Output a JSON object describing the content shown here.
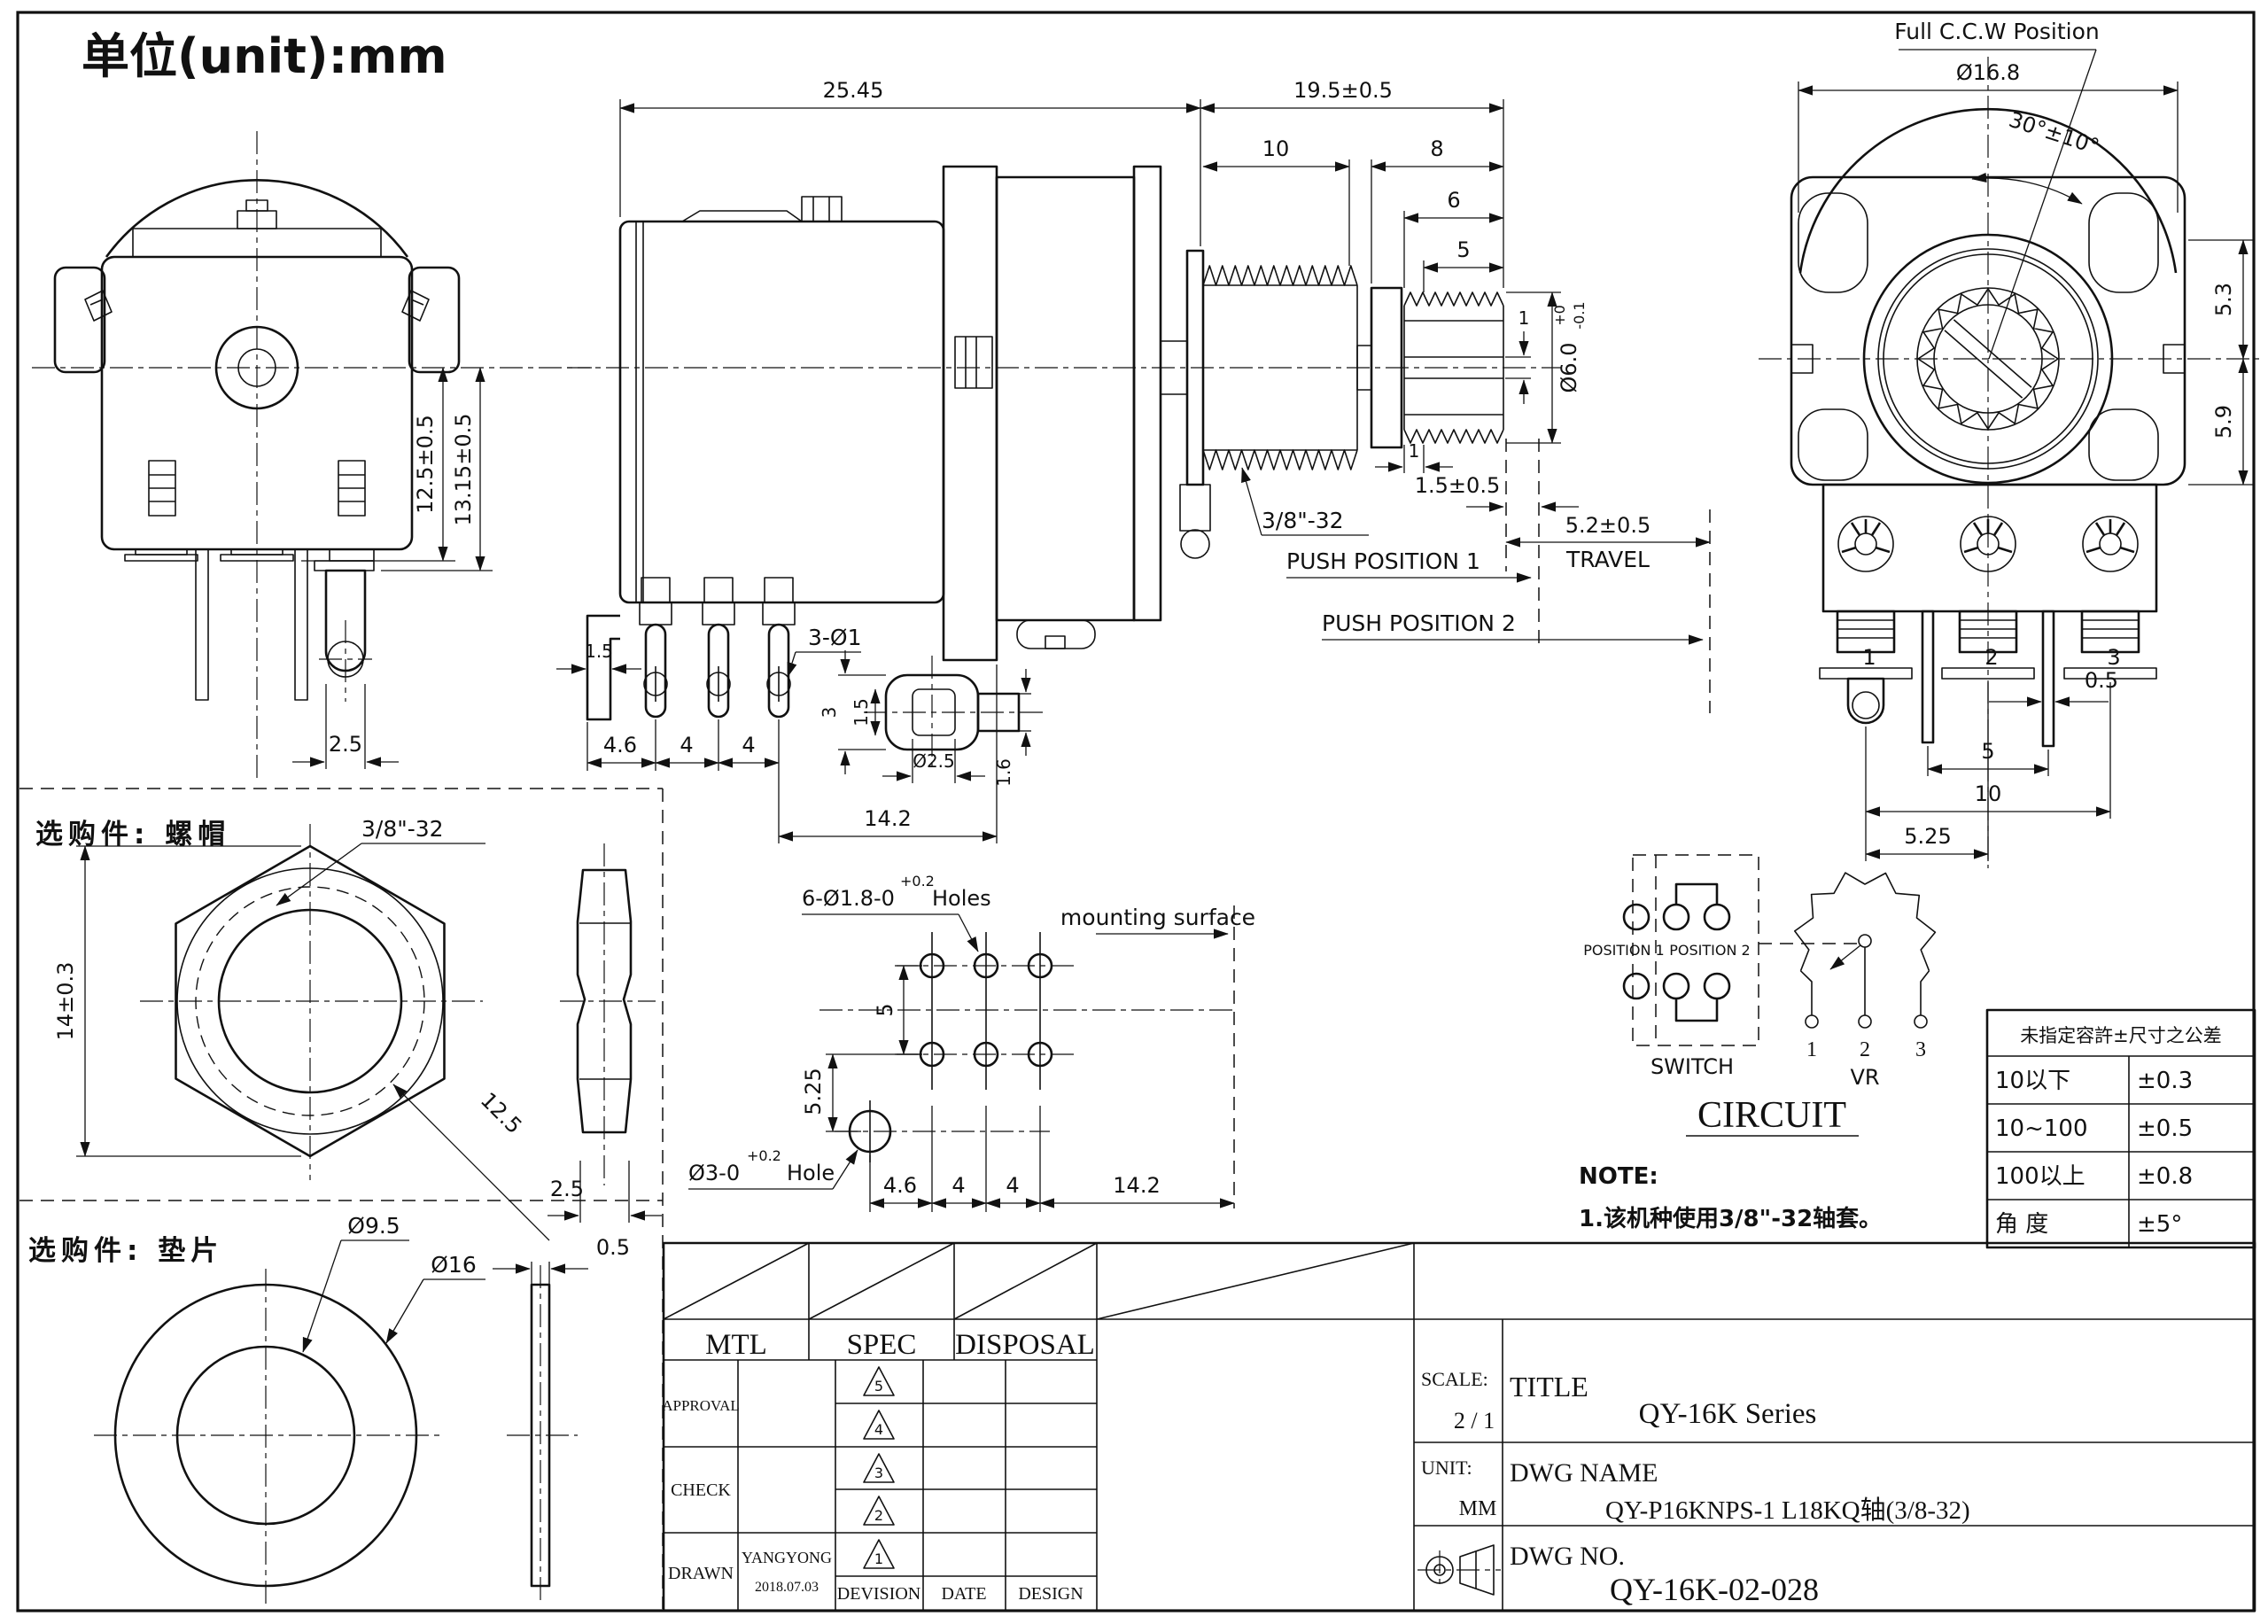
{
  "unit_note": "单位(unit):mm",
  "side_view": {
    "d25_45": "25.45",
    "d19_5": "19.5±0.5",
    "d10": "10",
    "d8": "8",
    "d6": "6",
    "d5": "5",
    "thread_label": "3/8\"-32",
    "shaft_dia": "Ø6.0",
    "shaft_tol_hi": "+0",
    "shaft_tol_lo": "-0.1",
    "d1_slot": "1",
    "d1_gap": "1",
    "d1_5_tol": "1.5±0.5",
    "d5_2_tol": "5.2±0.5",
    "travel": "TRAVEL",
    "push1": "PUSH POSITION 1",
    "push2": "PUSH POSITION 2",
    "d1_5": "1.5",
    "holes3": "3-Ø1",
    "d4_6": "4.6",
    "d4a": "4",
    "d4b": "4",
    "d14_2": "14.2",
    "lug_d3": "3",
    "lug_d1_5": "1.5",
    "lug_d2_5": "Ø2.5",
    "lug_d1_6": "1.6"
  },
  "front_view": {
    "d2_5": "2.5",
    "d12_5": "12.5±0.5",
    "d13_15": "13.15±0.5"
  },
  "rear_view": {
    "ccw": "Full C.C.W Position",
    "dia": "Ø16.8",
    "angle": "30°±10°",
    "d5_3": "5.3",
    "d5_9": "5.9",
    "d0_5": "0.5",
    "d5": "5",
    "d10": "10",
    "d5_25": "5.25",
    "pin1": "1",
    "pin2": "2",
    "pin3": "3"
  },
  "nut": {
    "title": "选购件: 螺帽",
    "thread": "3/8\"-32",
    "d14": "14±0.3",
    "d12_5": "12.5",
    "d2_5": "2.5"
  },
  "washer": {
    "title": "选购件: 垫片",
    "d9_5": "Ø9.5",
    "d16": "Ø16",
    "d0_5": "0.5"
  },
  "pcb": {
    "holes_label": "6-Ø1.8-0",
    "holes_tol": "+0.2",
    "holes_suffix": "Holes",
    "mounting": "mounting surface",
    "d5": "5",
    "d5_25": "5.25",
    "hole_label": "Ø3-0",
    "hole_tol": "+0.2",
    "hole_suffix": "Hole",
    "d4_6": "4.6",
    "d4a": "4",
    "d4b": "4",
    "d14_2": "14.2"
  },
  "circuit": {
    "pos1": "POSITION 1",
    "pos2": "POSITION 2",
    "sw": "SWITCH",
    "vr": "VR",
    "t1": "1",
    "t2": "2",
    "t3": "3",
    "title": "CIRCUIT"
  },
  "note": {
    "head": "NOTE:",
    "line1": "1.该机种使用3/8\"-32轴套。"
  },
  "tol_table": {
    "header": "未指定容許±尺寸之公差",
    "rows": [
      {
        "range": "10以下",
        "tol": "±0.3"
      },
      {
        "range": "10~100",
        "tol": "±0.5"
      },
      {
        "range": "100以上",
        "tol": "±0.8"
      },
      {
        "range": "角  度",
        "tol": "±5°"
      }
    ]
  },
  "title_block": {
    "mtl": "MTL",
    "spec": "SPEC",
    "disposal": "DISPOSAL",
    "approval": "APPROVAL",
    "check": "CHECK",
    "drawn": "DRAWN",
    "drawn_by": "YANGYONG",
    "drawn_date": "2018.07.03",
    "devision": "DEVISION",
    "date": "DATE",
    "design": "DESIGN",
    "rev": [
      "5",
      "4",
      "3",
      "2",
      "1"
    ],
    "scale_label": "SCALE:",
    "scale": "2 / 1",
    "unit_label": "UNIT:",
    "unit": "MM",
    "title_label": "TITLE",
    "title": "QY-16K  Series",
    "dwg_name_label": "DWG NAME",
    "dwg_name": "QY-P16KNPS-1 L18KQ轴(3/8-32)",
    "dwg_no_label": "DWG NO.",
    "dwg_no": "QY-16K-02-028"
  }
}
